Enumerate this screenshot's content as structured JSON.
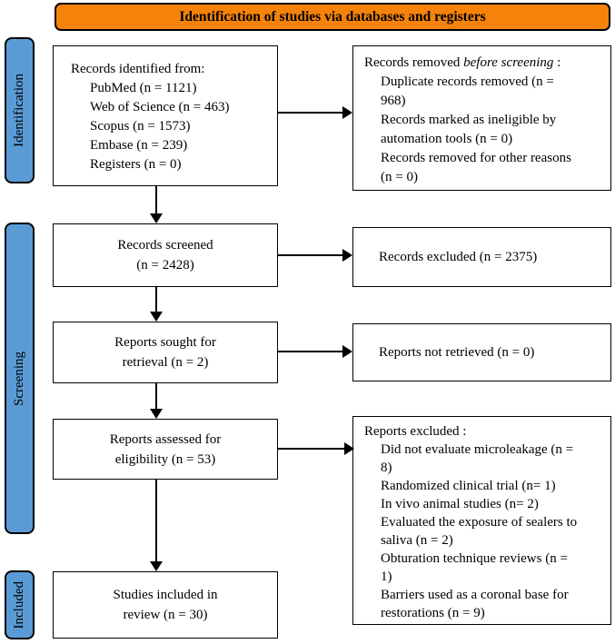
{
  "header": {
    "label": "Identification of studies via databases and registers"
  },
  "sidebar": {
    "identification": "Identification",
    "screening": "Screening",
    "included": "Included"
  },
  "boxes": {
    "records_identified": {
      "title": "Records identified from:",
      "items": [
        "PubMed (n = 1121)",
        "Web of Science (n = 463)",
        "Scopus (n = 1573)",
        "Embase (n = 239)",
        "Registers (n = 0)"
      ]
    },
    "records_removed": {
      "title_prefix": "Records removed ",
      "title_italic": "before screening",
      "title_suffix": " :",
      "items": [
        "Duplicate records removed (n = 968)",
        "Records marked as ineligible by automation tools (n = 0)",
        "Records removed for other reasons (n = 0)"
      ]
    },
    "records_screened": {
      "line1": "Records screened",
      "line2": "(n = 2428)"
    },
    "records_excluded": {
      "label": "Records excluded (n = 2375)"
    },
    "reports_sought": {
      "line1": "Reports sought for",
      "line2": "retrieval (n = 2)"
    },
    "reports_not_retrieved": {
      "label": "Reports not retrieved (n = 0)"
    },
    "reports_assessed": {
      "line1": "Reports assessed for",
      "line2": "eligibility (n = 53)"
    },
    "reports_excluded": {
      "title": "Reports excluded :",
      "items": [
        "Did not evaluate microleakage (n = 8)",
        "Randomized clinical trial (n= 1)",
        "In vivo animal studies (n= 2)",
        "Evaluated the exposure of sealers to saliva (n = 2)",
        "Obturation technique reviews (n = 1)",
        "Barriers used as a coronal base for restorations (n = 9)"
      ]
    },
    "studies_included": {
      "line1": "Studies included in",
      "line2": "review (n = 30)"
    }
  },
  "colors": {
    "header_orange": "#F5820A",
    "sidebar_blue": "#5B9BD5",
    "border": "#000000"
  }
}
